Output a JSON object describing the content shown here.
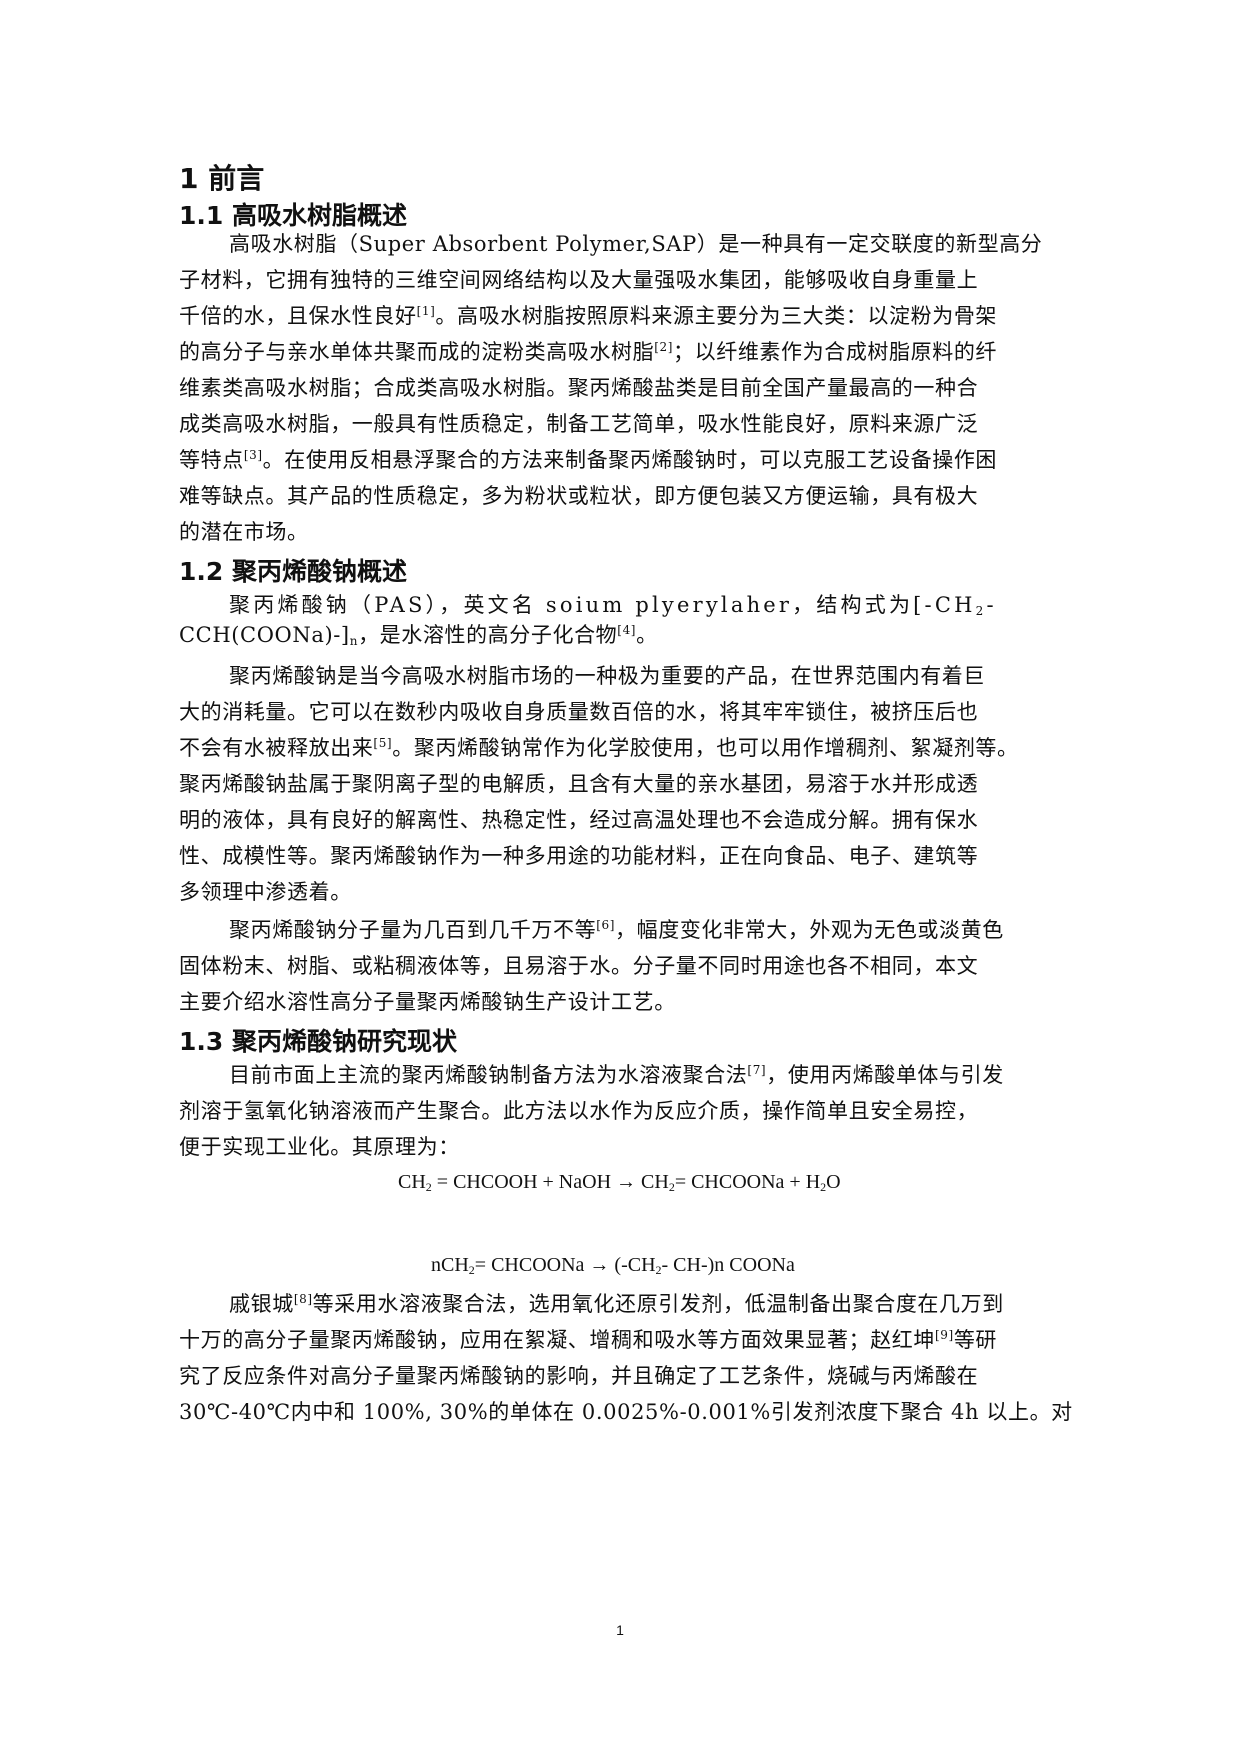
{
  "document": {
    "chapter_title": "1 前言",
    "sections": [
      {
        "heading": "1.1 高吸水树脂概述",
        "lines": [
          "高吸水树脂（Super Absorbent Polymer,SAP）是一种具有一定交联度的新型高分",
          "子材料，它拥有独特的三维空间网络结构以及大量强吸水集团，能够吸收自身重量上",
          "千倍的水，且保水性良好",
          "。高吸水树脂按照原料来源主要分为三大类：以淀粉为骨架",
          "的高分子与亲水单体共聚而成的淀粉类高吸水树脂",
          "；以纤维素作为合成树脂原料的纤",
          "维素类高吸水树脂；合成类高吸水树脂。聚丙烯酸盐类是目前全国产量最高的一种合",
          "成类高吸水树脂，一般具有性质稳定，制备工艺简单，吸水性能良好，原料来源广泛",
          "等特点",
          "。在使用反相悬浮聚合的方法来制备聚丙烯酸钠时，可以克服工艺设备操作困",
          "难等缺点。其产品的性质稳定，多为粉状或粒状，即方便包装又方便运输，具有极大",
          "的潜在市场。"
        ],
        "refs": [
          "[1]",
          "[2]",
          "[3]"
        ]
      },
      {
        "heading": "1.2 聚丙烯酸钠概述",
        "lines": [
          "聚丙烯酸钠（PAS），英文名 soium plyerylaher，结构式为[-CH",
          "-",
          "CCH(COONa)-]",
          "，是水溶性的高分子化合物",
          "。",
          "聚丙烯酸钠是当今高吸水树脂市场的一种极为重要的产品，在世界范围内有着巨",
          "大的消耗量。它可以在数秒内吸收自身质量数百倍的水，将其牢牢锁住，被挤压后也",
          "不会有水被释放出来",
          "。聚丙烯酸钠常作为化学胶使用，也可以用作增稠剂、絮凝剂等。",
          "聚丙烯酸钠盐属于聚阴离子型的电解质，且含有大量的亲水基团，易溶于水并形成透",
          "明的液体，具有良好的解离性、热稳定性，经过高温处理也不会造成分解。拥有保水",
          "性、成模性等。聚丙烯酸钠作为一种多用途的功能材料，正在向食品、电子、建筑等",
          "多领理中渗透着。",
          "聚丙烯酸钠分子量为几百到几千万不等",
          "，幅度变化非常大，外观为无色或淡黄色",
          "固体粉末、树脂、或粘稠液体等，且易溶于水。分子量不同时用途也各不相同，本文",
          "主要介绍水溶性高分子量聚丙烯酸钠生产设计工艺。"
        ],
        "refs": [
          "[4]",
          "[5]",
          "[6]"
        ],
        "sub_2": "2",
        "sub_n": "n"
      },
      {
        "heading": "1.3 聚丙烯酸钠研究现状",
        "lines": [
          "目前市面上主流的聚丙烯酸钠制备方法为水溶液聚合法",
          "，使用丙烯酸单体与引发",
          "剂溶于氢氧化钠溶液而产生聚合。此方法以水作为反应介质，操作简单且安全易控，",
          "便于实现工业化。其原理为：",
          "戚银城",
          "等采用水溶液聚合法，选用氧化还原引发剂，低温制备出聚合度在几万到",
          "十万的高分子量聚丙烯酸钠，应用在絮凝、增稠和吸水等方面效果显著；赵红坤",
          "等研",
          "究了反应条件对高分子量聚丙烯酸钠的影响，并且确定了工艺条件，烧碱与丙烯酸在",
          "30℃-40℃内中和 100%, 30%的单体在 0.0025%-0.001%引发剂浓度下聚合 4h 以上。对"
        ],
        "refs": [
          "[7]",
          "[8]",
          "[9]"
        ],
        "equations": {
          "eq1": {
            "a": "CH",
            "a_sub": "2",
            "b": " = CHCOOH + NaOH → CH",
            "b_sub": "2",
            "c": "= CHCOONa + H",
            "c_sub": "2",
            "d": "O"
          },
          "eq2": {
            "a": "nCH",
            "a_sub": "2",
            "b": "= CHCOONa → (-CH",
            "b_sub": "2",
            "c": "- CH-)n COONa"
          }
        }
      }
    ],
    "page_number": "1"
  }
}
